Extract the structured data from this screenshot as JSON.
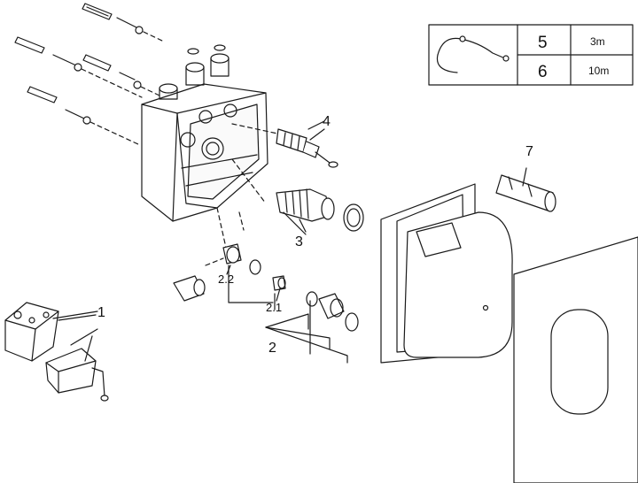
{
  "callouts": {
    "c1": "1",
    "c2": "2",
    "c2_1": "2.1",
    "c2_2": "2.2",
    "c3": "3",
    "c4": "4",
    "c7": "7"
  },
  "cable_table": {
    "rows": [
      {
        "part": "5",
        "length": "3m"
      },
      {
        "part": "6",
        "length": "10m"
      }
    ]
  }
}
